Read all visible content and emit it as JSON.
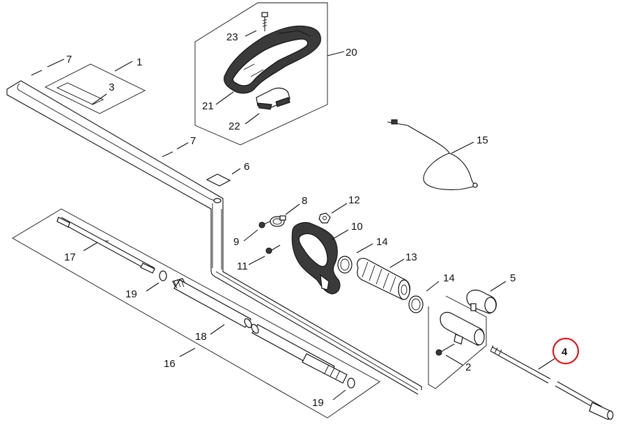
{
  "labels": {
    "l1": "1",
    "l2": "2",
    "l3": "3",
    "l4": "4",
    "l5": "5",
    "l6": "6",
    "l7a": "7",
    "l7b": "7",
    "l8": "8",
    "l9": "9",
    "l10": "10",
    "l11": "11",
    "l12": "12",
    "l13": "13",
    "l14a": "14",
    "l14b": "14",
    "l15": "15",
    "l16": "16",
    "l17": "17",
    "l18": "18",
    "l19a": "19",
    "l19b": "19",
    "l20": "20",
    "l21": "21",
    "l22": "22",
    "l23": "23"
  },
  "highlight": {
    "part": "4",
    "color": "#e0161b"
  }
}
